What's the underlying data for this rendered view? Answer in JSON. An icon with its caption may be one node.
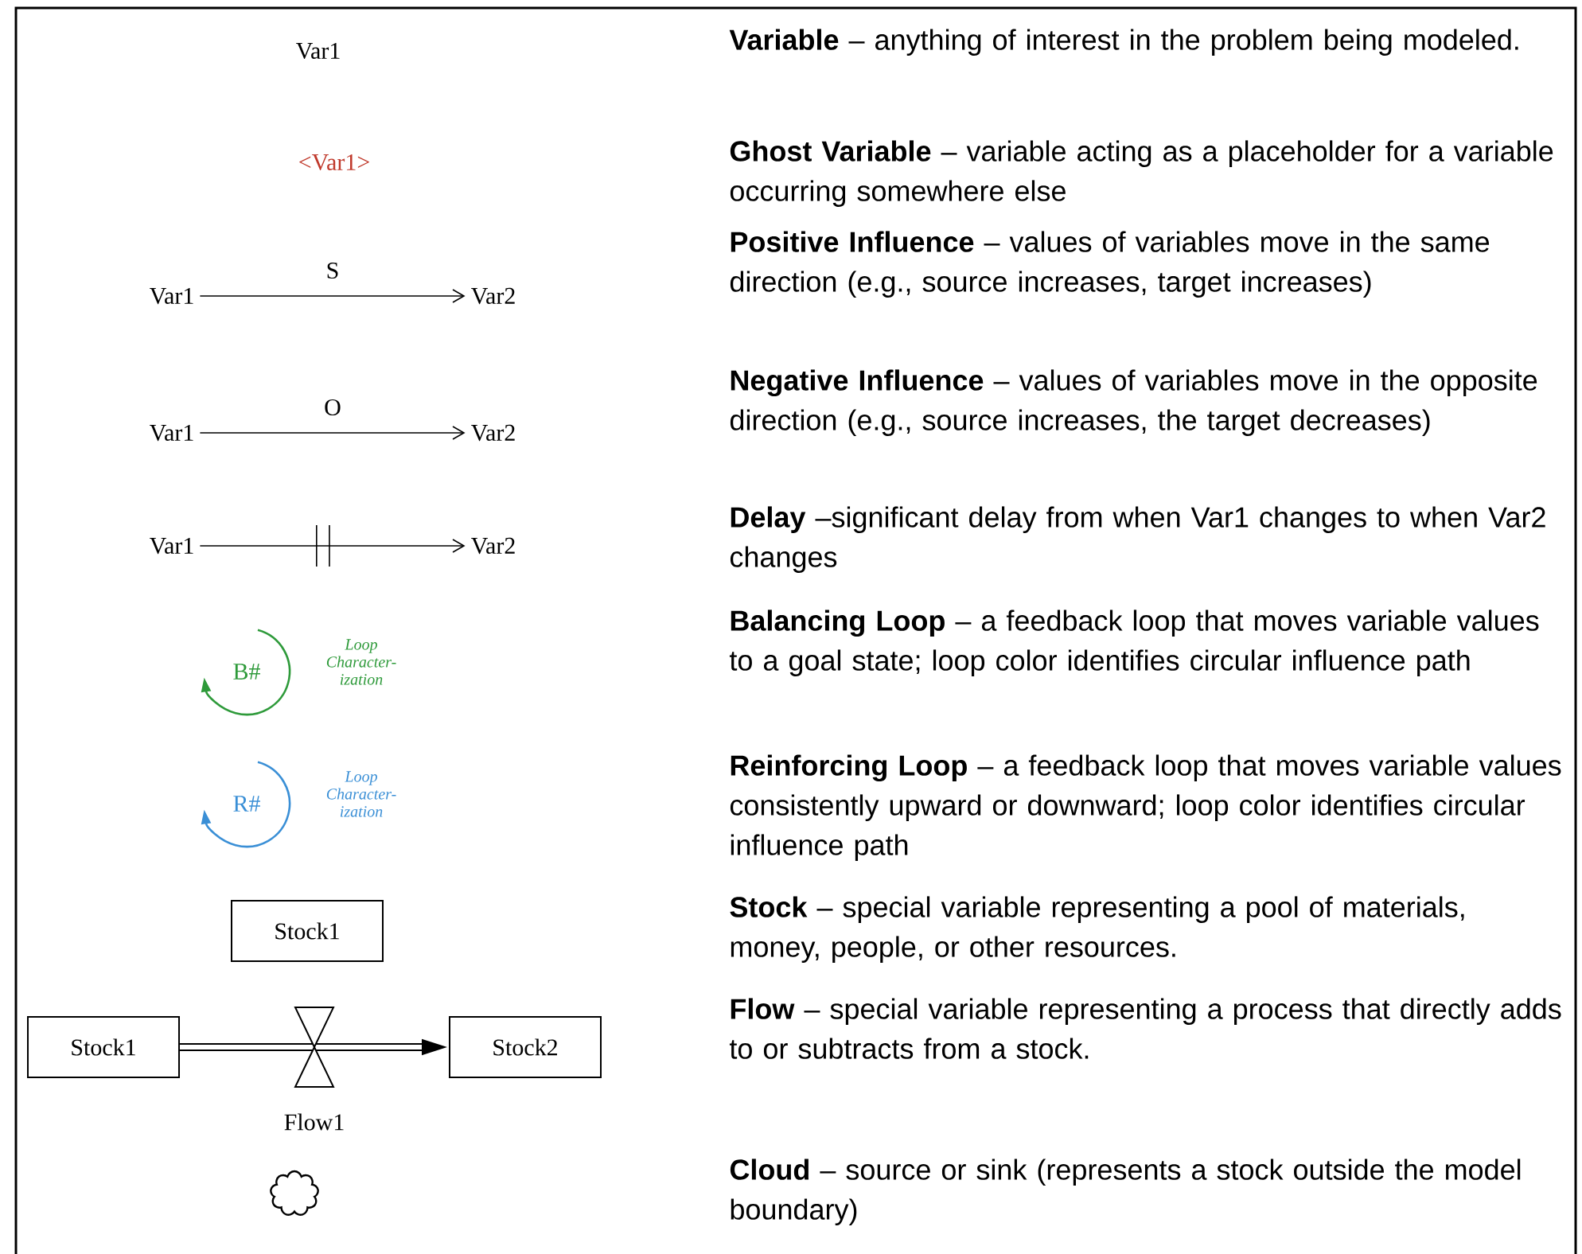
{
  "diagram": {
    "nodes": [
      {
        "text": [
          "Var1"
        ]
      },
      {
        "text": [
          "<Var1>"
        ]
      },
      {
        "text": [
          "Var1"
        ]
      },
      {
        "text": [
          "Var2"
        ]
      },
      {
        "text": [
          "Var1"
        ]
      },
      {
        "text": [
          "Var2"
        ]
      },
      {
        "text": [
          "Var1"
        ]
      },
      {
        "text": [
          "Var2"
        ]
      },
      {
        "text": [
          "B#"
        ],
        "beside": [
          "Loop Character- ization"
        ]
      },
      {
        "text": [
          "R#"
        ],
        "beside": [
          "Loop Character- ization"
        ]
      },
      {
        "text": [
          "Stock1"
        ]
      },
      {
        "text": [
          "Stock1"
        ]
      },
      {
        "text": [
          "Stock2"
        ]
      },
      {
        "text": [],
        "shape": "cloud"
      }
    ],
    "edges": [
      {
        "from": 2,
        "to": 3,
        "arrow": "to",
        "label": "S"
      },
      {
        "from": 4,
        "to": 5,
        "arrow": "to",
        "label": "O"
      },
      {
        "from": 6,
        "to": 7,
        "arrow": "to"
      },
      {
        "from": 11,
        "to": 12,
        "arrow": "to",
        "label": "Flow1",
        "style": "thick"
      }
    ],
    "labels": [
      "**Variable** – anything of interest in the problem being modeled.",
      "**Ghost Variable** – variable acting as a placeholder for a variable occurring somewhere else",
      "**Positive Influence** – values of variables move in the same direction (e.g., source increases, target increases)",
      "**Negative Influence** – values of variables move in the opposite direction (e.g., source increases, the target decreases)",
      "**Delay** –significant delay from when Var1 changes to when Var2 changes",
      "**Balancing Loop** – a feedback loop that moves variable values to a goal state; loop color identifies circular influence path",
      "**Reinforcing Loop** – a feedback loop that moves variable values consistently upward or downward; loop color identifies circular influence path",
      "**Stock** – special variable representing a pool of materials, money, people, or other resources.",
      "**Flow** – special variable representing a process that directly adds to or subtracts from a stock.",
      "**Cloud** – source or sink (represents a stock outside the model boundary)"
    ]
  }
}
